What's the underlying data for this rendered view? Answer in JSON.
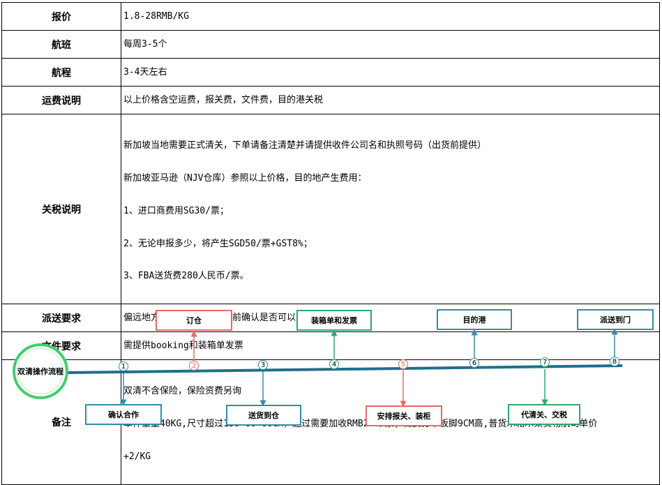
{
  "table": {
    "rows": [
      {
        "label": "报价",
        "value": "1.8-28RMB/KG"
      },
      {
        "label": "航班",
        "value": "每周3-5个"
      },
      {
        "label": "航程",
        "value": "3-4天左右"
      },
      {
        "label": "运费说明",
        "value": "以上价格含空运费，报关费，文件费，目的港关税"
      },
      {
        "label": "关税说明",
        "lines": [
          "新加坡当地需要正式清关，下单请备注清楚并请提供收件公司名和执照号码（出货前提供）",
          "新加坡亚马逊（NJV仓库）参照以上价格，目的地产生费用：",
          "1、进口商费用SG30/票；",
          "2、无论申报多少，将产生SGD50/票+GST8%；",
          "3、FBA送货费280人民币/票。"
        ]
      },
      {
        "label": "派送要求",
        "value": "偏远地方需根据详细地址提前确认是否可以派送"
      },
      {
        "label": "文件要求",
        "value": "需提供booking和装箱单发票"
      },
      {
        "label": "备注",
        "lines": [
          "双清不含保险，保险资费另询",
          "单件重量40KG,尺寸超过150*80*80CM，超过需要加收RMB200/票；需要打卡板脚9CM高,普货木箱木架货物航司单价",
          "+2/KG"
        ]
      }
    ]
  },
  "flow": {
    "start_label": "双清操作流程",
    "steps": [
      {
        "num": "1",
        "label": "确认合作"
      },
      {
        "num": "2",
        "label": "订仓"
      },
      {
        "num": "3",
        "label": "送货到仓"
      },
      {
        "num": "4",
        "label": "装箱单和发票"
      },
      {
        "num": "5",
        "label": "安排报关、装柜"
      },
      {
        "num": "6",
        "label": "目的港"
      },
      {
        "num": "7",
        "label": "代清关、交税"
      },
      {
        "num": "8",
        "label": "派送到门"
      }
    ],
    "colors": {
      "line": "#1f6f8b",
      "blue": "#2f8fa6",
      "red": "#e06c66",
      "green": "#2fa86a",
      "circle": "#3fcf6b"
    }
  }
}
